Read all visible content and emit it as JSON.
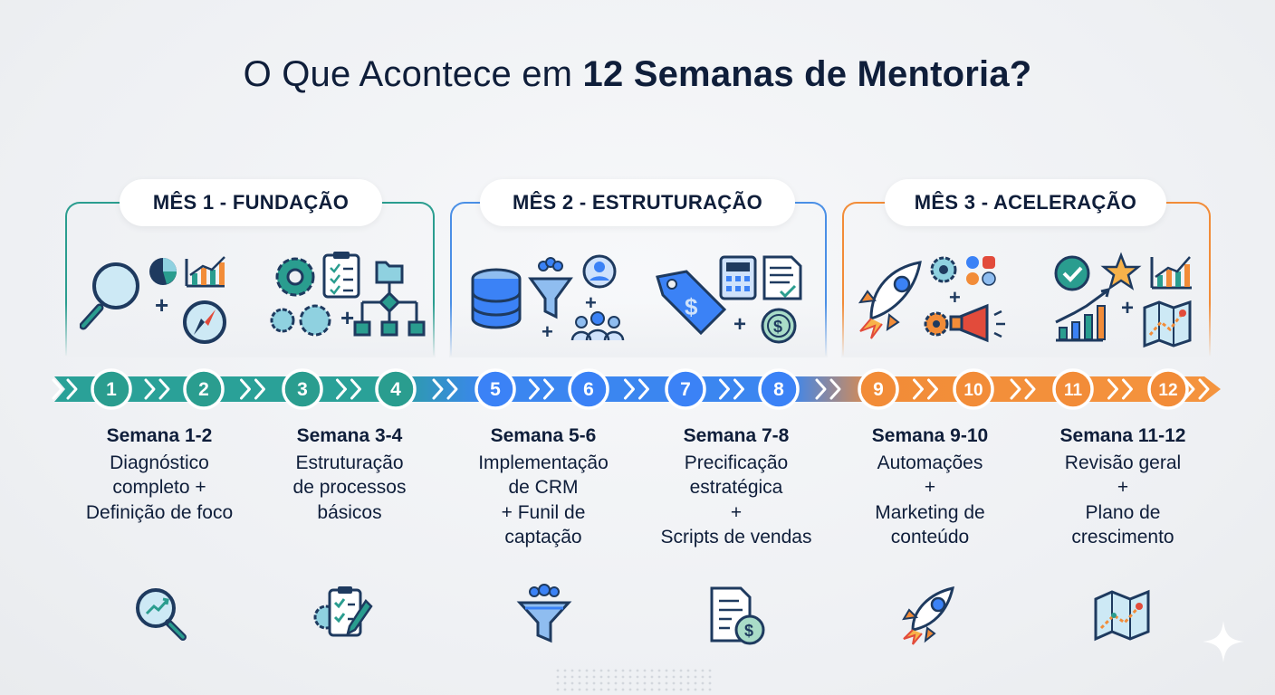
{
  "title": {
    "prefix": "O Que Acontece em",
    "bold": "12 Semanas de Mentoria?"
  },
  "months": [
    {
      "label": "MÊS 1 - FUNDAÇÃO",
      "color": "#2a9d8f"
    },
    {
      "label": "MÊS 2 - ESTRUTURAÇÃO",
      "color": "#3b82f6"
    },
    {
      "label": "MÊS 3 - ACELERAÇÃO",
      "color": "#f28c38"
    }
  ],
  "timeline": {
    "steps": [
      "1",
      "2",
      "3",
      "4",
      "5",
      "6",
      "7",
      "8",
      "9",
      "10",
      "11",
      "12"
    ]
  },
  "weeks": [
    {
      "label": "Semana 1-2",
      "desc": "Diagnóstico\ncompleto +\nDefinição de foco"
    },
    {
      "label": "Semana 3-4",
      "desc": "Estruturação\nde processos\nbásicos"
    },
    {
      "label": "Semana 5-6",
      "desc": "Implementação\nde CRM\n+ Funil de\ncaptação"
    },
    {
      "label": "Semana 7-8",
      "desc": "Precificação\nestratégica\n+\nScripts de vendas"
    },
    {
      "label": "Semana 9-10",
      "desc": "Automações\n+\nMarketing de\nconteúdo"
    },
    {
      "label": "Semana 11-12",
      "desc": "Revisão geral\n+\nPlano de\ncrescimento"
    }
  ],
  "icons": {
    "illustrations": [
      "magnifier-pie-chart-compass-icon",
      "gears-checklist-flowchart-icon",
      "database-funnel-users-icon",
      "price-tag-calculator-invoice-icon",
      "rocket-gears-megaphone-icon",
      "check-star-growth-map-icon"
    ],
    "bottom": [
      "growth-magnifier-icon",
      "clipboard-gear-icon",
      "funnel-users-icon",
      "invoice-dollar-icon",
      "rocket-icon",
      "roadmap-icon"
    ]
  }
}
